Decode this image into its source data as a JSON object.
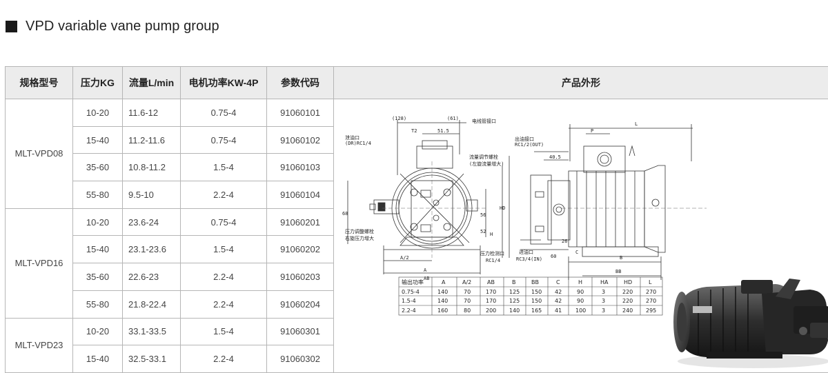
{
  "page_title": "VPD variable vane pump group",
  "table": {
    "headers": [
      "规格型号",
      "压力KG",
      "流量L/min",
      "电机功率KW-4P",
      "参数代码",
      "产品外形"
    ],
    "groups": [
      {
        "model": "MLT-VPD08",
        "rows": [
          {
            "pressure": "10-20",
            "flow": "11.6-12",
            "power": "0.75-4",
            "code": "91060101"
          },
          {
            "pressure": "15-40",
            "flow": "11.2-11.6",
            "power": "0.75-4",
            "code": "91060102"
          },
          {
            "pressure": "35-60",
            "flow": "10.8-11.2",
            "power": "1.5-4",
            "code": "91060103"
          },
          {
            "pressure": "55-80",
            "flow": "9.5-10",
            "power": "2.2-4",
            "code": "91060104"
          }
        ]
      },
      {
        "model": "MLT-VPD16",
        "rows": [
          {
            "pressure": "10-20",
            "flow": "23.6-24",
            "power": "0.75-4",
            "code": "91060201"
          },
          {
            "pressure": "15-40",
            "flow": "23.1-23.6",
            "power": "1.5-4",
            "code": "91060202"
          },
          {
            "pressure": "35-60",
            "flow": "22.6-23",
            "power": "2.2-4",
            "code": "91060203"
          },
          {
            "pressure": "55-80",
            "flow": "21.8-22.4",
            "power": "2.2-4",
            "code": "91060204"
          }
        ]
      },
      {
        "model": "MLT-VPD23",
        "rows": [
          {
            "pressure": "10-20",
            "flow": "33.1-33.5",
            "power": "1.5-4",
            "code": "91060301"
          },
          {
            "pressure": "15-40",
            "flow": "32.5-33.1",
            "power": "2.2-4",
            "code": "91060302"
          }
        ]
      }
    ]
  },
  "drawing": {
    "labels": {
      "drain": "泄油口",
      "drain_spec": "(DR)RC1/4",
      "cable": "电线管接口",
      "flow_screw": "流量调节螺栓",
      "flow_dir": "(左旋流量增大)",
      "pressure_screw": "压力调整螺栓",
      "pressure_dir": "右旋压力增大",
      "gauge": "压力检测口",
      "gauge_spec": "RC1/4",
      "outlet": "出油接口",
      "outlet_spec": "RC1/2(OUT)",
      "inlet": "进油口",
      "inlet_spec": "RC3/4(IN)",
      "d128": "(128)",
      "d61": "(61)",
      "t2": "T2",
      "d515": "51.5",
      "d68": "68",
      "d56": "56",
      "d52": "52",
      "hd": "HD",
      "h": "H",
      "a2": "A/2",
      "a": "A",
      "ab": "AB",
      "p": "P",
      "l": "L",
      "d405": "40.5",
      "d26": "26",
      "d60": "60",
      "c": "C",
      "b": "B",
      "bb": "BB"
    },
    "dim_table": {
      "headers": [
        "输出功率",
        "A",
        "A/2",
        "AB",
        "B",
        "BB",
        "C",
        "H",
        "HA",
        "HD",
        "L"
      ],
      "rows": [
        [
          "0.75-4",
          "140",
          "70",
          "170",
          "125",
          "150",
          "42",
          "90",
          "3",
          "220",
          "270"
        ],
        [
          "1.5-4",
          "140",
          "70",
          "170",
          "125",
          "150",
          "42",
          "90",
          "3",
          "220",
          "270"
        ],
        [
          "2.2-4",
          "160",
          "80",
          "200",
          "140",
          "165",
          "41",
          "100",
          "3",
          "240",
          "295"
        ]
      ]
    }
  },
  "colors": {
    "header_bg": "#ececec",
    "border": "#b5b5b5",
    "title_square": "#1a1a1a"
  }
}
